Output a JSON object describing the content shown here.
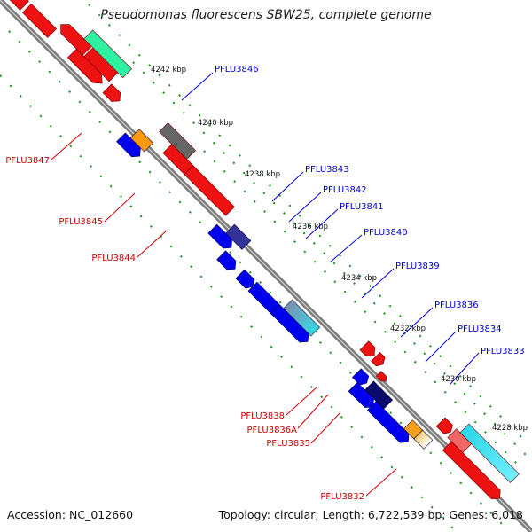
{
  "title": "Pseudomonas fluorescens SBW25, complete genome",
  "accession": "Accession: NC_012660",
  "summary": "Topology: circular; Length: 6,722,539 bp; Genes: 6,018",
  "scale_labels": [
    "4242 kbp",
    "4240 kbp",
    "4238 kbp",
    "4236 kbp",
    "4234 kbp",
    "4232 kbp",
    "4230 kbp",
    "4228 kbp"
  ],
  "forward_genes": [
    "PFLU3846",
    "PFLU3843",
    "PFLU3842",
    "PFLU3841",
    "PFLU3840",
    "PFLU3839",
    "PFLU3836",
    "PFLU3834",
    "PFLU3833"
  ],
  "reverse_genes": [
    "PFLU3847",
    "PFLU3845",
    "PFLU3844",
    "PFLU3838",
    "PFLU3836A",
    "PFLU3835",
    "PFLU3832"
  ],
  "colors": {
    "forward_label": "#0000cc",
    "reverse_label": "#cc0000",
    "forward_gene": "#0000ee",
    "reverse_gene": "#ee0000",
    "backbone": "#888888",
    "tick": "#1a8f1a"
  }
}
